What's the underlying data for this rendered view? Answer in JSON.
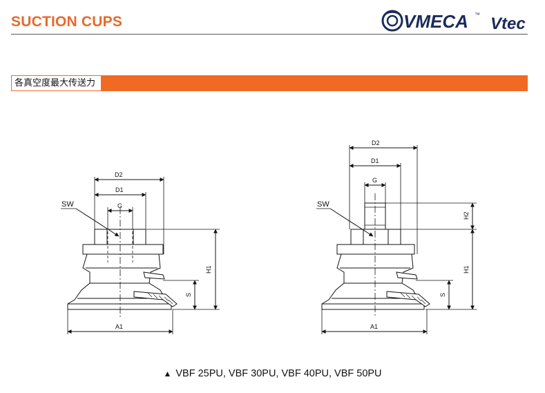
{
  "header": {
    "title": "SUCTION CUPS",
    "logo_brand": "VMECA",
    "logo_tm": "™",
    "logo_sub": "Vtec",
    "accent_color": "#e8692c"
  },
  "section": {
    "label": "各真空度最大传送力",
    "band_color": "#f06a23"
  },
  "drawing_left": {
    "labels": {
      "d2": "D2",
      "d1": "D1",
      "g": "G",
      "sw": "SW",
      "h1": "H1",
      "s": "S",
      "a1": "A1"
    }
  },
  "drawing_right": {
    "labels": {
      "d2": "D2",
      "d1": "D1",
      "g": "G",
      "sw": "SW",
      "h2": "H2",
      "h1": "H1",
      "s": "S",
      "a1": "A1"
    }
  },
  "caption": {
    "marker": "▲",
    "text": "VBF 25PU, VBF 30PU, VBF 40PU, VBF 50PU"
  }
}
